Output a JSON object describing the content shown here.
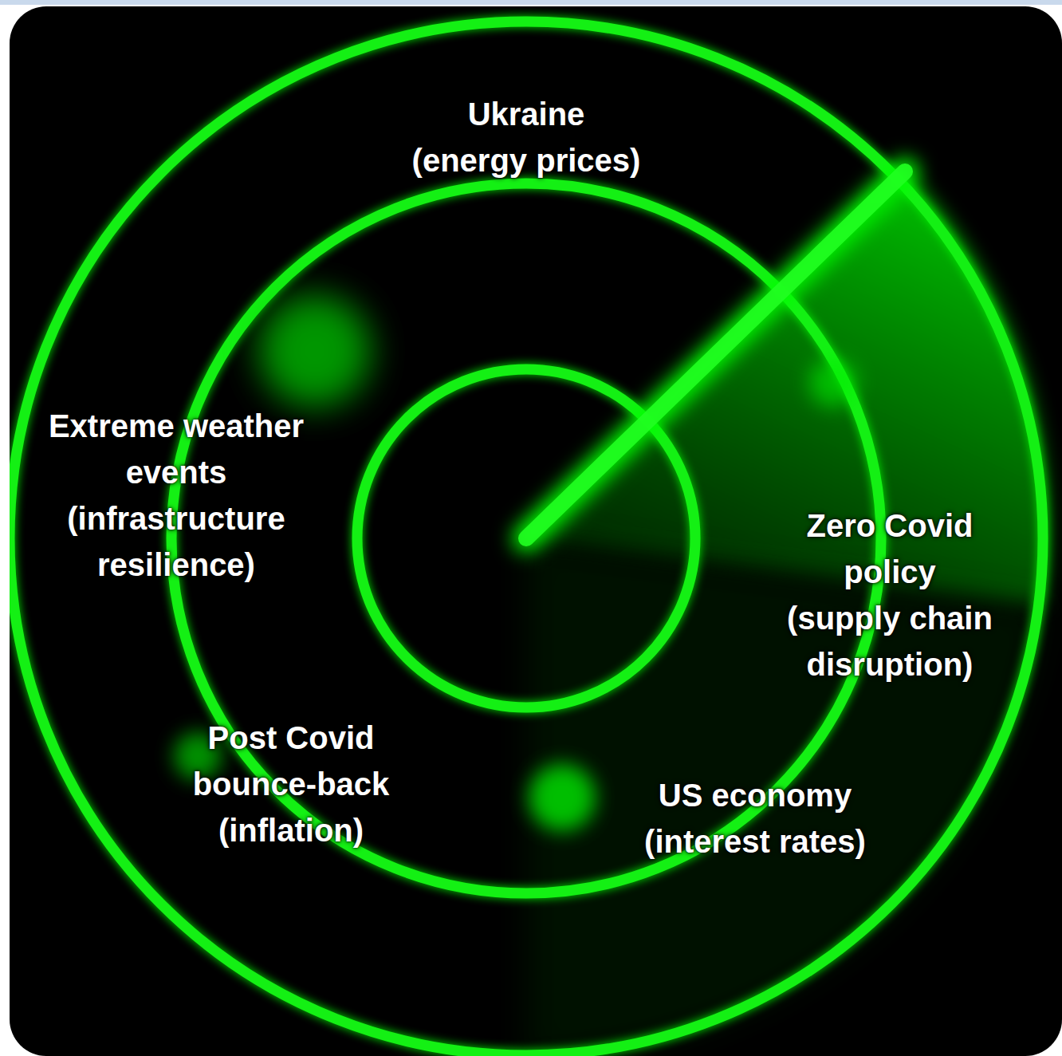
{
  "diagram": {
    "labels": [
      "Ukraine",
      "(energy prices)",
      "Extreme weather events",
      "(infrastructure resilience)",
      "Zero Covid policy",
      "(supply chain disruption)",
      "Post Covid bounce-back",
      "(inflation)",
      "US economy",
      "(interest rates)"
    ]
  }
}
